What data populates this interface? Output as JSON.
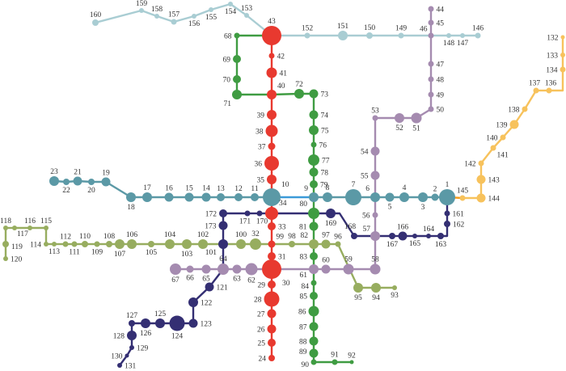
{
  "colors": {
    "red": "#e8392f",
    "green": "#3f9c42",
    "teal": "#5b99a6",
    "lightblue": "#a9cdd3",
    "purple": "#a58bb0",
    "navy": "#342f73",
    "olive": "#97ad5f",
    "yellow": "#f7c25c",
    "blue": "#3b9ad8",
    "orange": "#f39c1e"
  },
  "lines": [
    {
      "name": "lightblue-line",
      "color": "lightblue",
      "stations": [
        "160",
        "159",
        "158",
        "157",
        "156",
        "155",
        "154",
        "153",
        "43",
        "152",
        "151",
        "150",
        "149",
        "46",
        "148",
        "147",
        "146"
      ]
    },
    {
      "name": "teal-line-west",
      "color": "teal",
      "stations": [
        "23",
        "22",
        "21",
        "20",
        "19",
        "18",
        "17",
        "16",
        "15",
        "14",
        "13",
        "12",
        "11",
        "10"
      ]
    },
    {
      "name": "blue-link",
      "color": "blue",
      "stations": [
        "10",
        "9"
      ]
    },
    {
      "name": "teal-line-east",
      "color": "teal",
      "stations": [
        "9",
        "8",
        "7",
        "6",
        "5",
        "4",
        "3",
        "2",
        "1"
      ]
    },
    {
      "name": "orange-link",
      "color": "orange",
      "stations": [
        "1",
        "145"
      ]
    },
    {
      "name": "yellow-line",
      "color": "yellow",
      "stations": [
        "145",
        "144",
        "143",
        "142",
        "141",
        "140",
        "139",
        "138",
        "137",
        "136",
        "134",
        "133",
        "132"
      ]
    },
    {
      "name": "red-line",
      "color": "red",
      "stations": [
        "43",
        "42",
        "41",
        "40",
        "39",
        "38",
        "37",
        "36",
        "35",
        "10",
        "34",
        "33",
        "99",
        "31",
        "30",
        "29",
        "28",
        "27",
        "26",
        "25",
        "24"
      ]
    },
    {
      "name": "green-line",
      "color": "green",
      "stations": [
        "43",
        "68",
        "69",
        "70",
        "71",
        "40",
        "72",
        "73",
        "74",
        "75",
        "76",
        "77",
        "78",
        "79",
        "9",
        "80",
        "81",
        "82",
        "83",
        "61",
        "84",
        "85",
        "86",
        "87",
        "88",
        "89",
        "90",
        "91",
        "92"
      ]
    },
    {
      "name": "purple-line",
      "color": "purple",
      "stations": [
        "44",
        "45",
        "46",
        "47",
        "48",
        "49",
        "50",
        "51",
        "52",
        "53",
        "54",
        "55",
        "6",
        "56",
        "57",
        "58",
        "59",
        "60",
        "61",
        "30",
        "62",
        "63",
        "64",
        "65",
        "66",
        "67"
      ]
    },
    {
      "name": "navy-line",
      "color": "navy",
      "stations": [
        "131",
        "130",
        "129",
        "128",
        "127",
        "126",
        "125",
        "124",
        "123",
        "122",
        "121",
        "64",
        "101",
        "173",
        "172",
        "171",
        "170",
        "34",
        "80",
        "169",
        "168",
        "57",
        "167",
        "166",
        "165",
        "164",
        "163",
        "162",
        "161",
        "1"
      ]
    },
    {
      "name": "olive-line",
      "color": "olive",
      "stations": [
        "120",
        "119",
        "118",
        "117",
        "116",
        "115",
        "114",
        "113",
        "112",
        "111",
        "110",
        "109",
        "108",
        "107",
        "106",
        "105",
        "104",
        "103",
        "102",
        "101",
        "100",
        "32",
        "99",
        "98",
        "82",
        "97",
        "96",
        "95",
        "94",
        "93"
      ]
    }
  ]
}
